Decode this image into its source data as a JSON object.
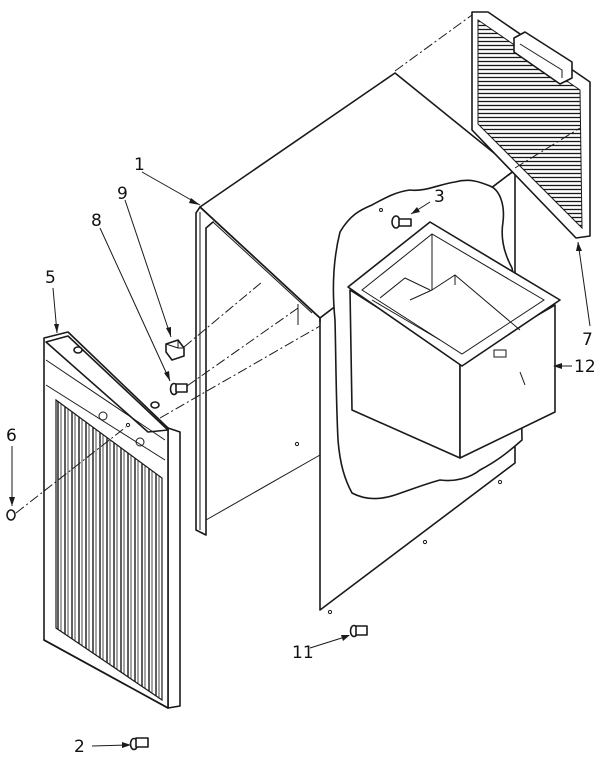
{
  "labels": {
    "l1": "1",
    "l2": "2",
    "l3": "3",
    "l5": "5",
    "l6": "6",
    "l7": "7",
    "l8": "8",
    "l9": "9",
    "l11": "11",
    "l12": "12"
  }
}
